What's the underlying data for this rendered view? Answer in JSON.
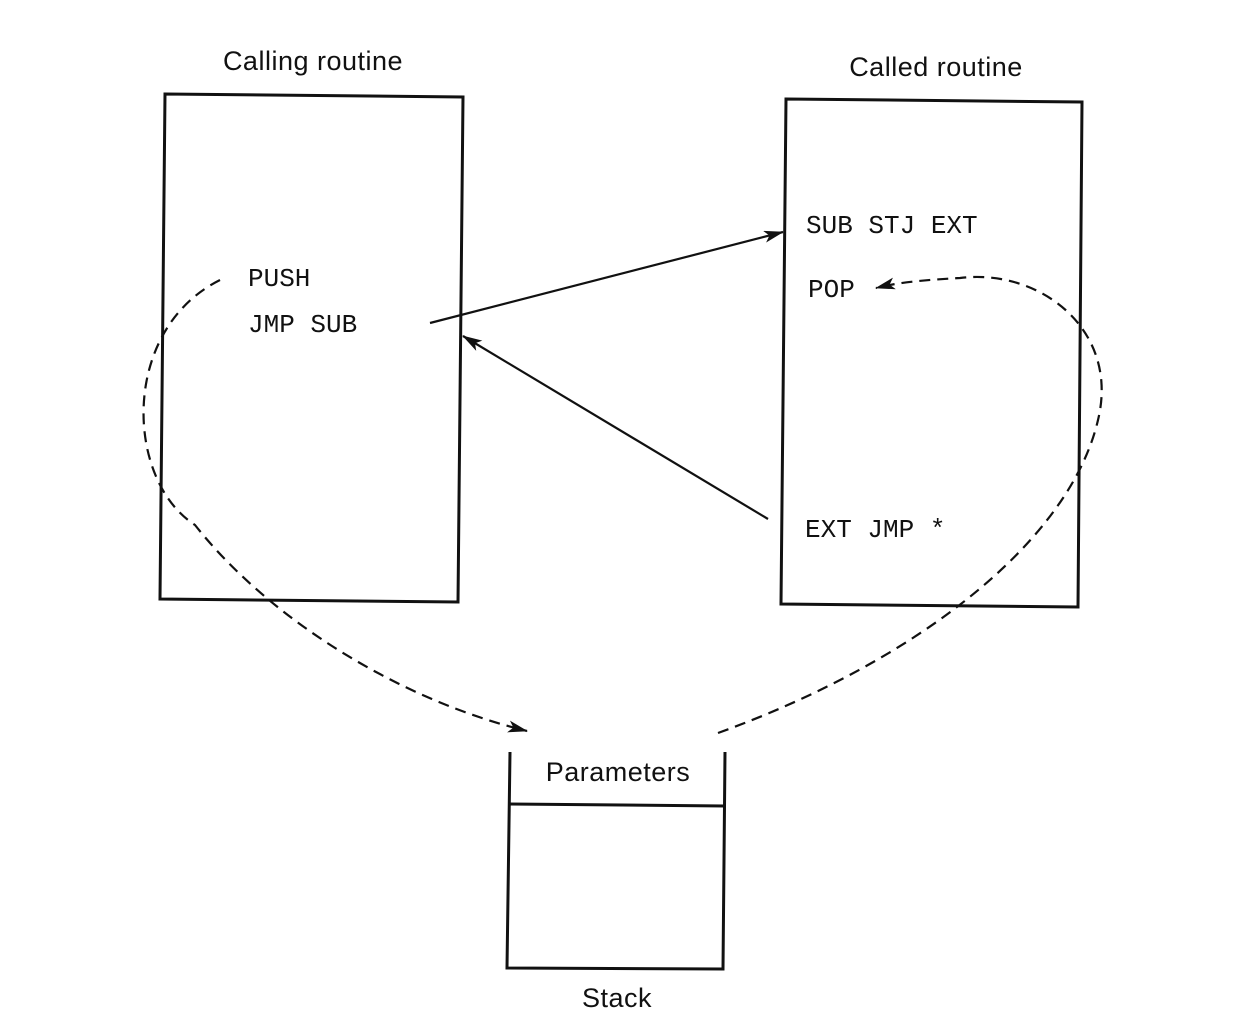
{
  "calling_routine": {
    "title": "Calling routine",
    "lines": [
      "PUSH",
      "JMP SUB"
    ]
  },
  "called_routine": {
    "title": "Called routine",
    "lines": [
      "SUB STJ EXT",
      "POP",
      "EXT JMP *"
    ]
  },
  "stack": {
    "top_label": "Parameters",
    "bottom_label": "Stack"
  }
}
